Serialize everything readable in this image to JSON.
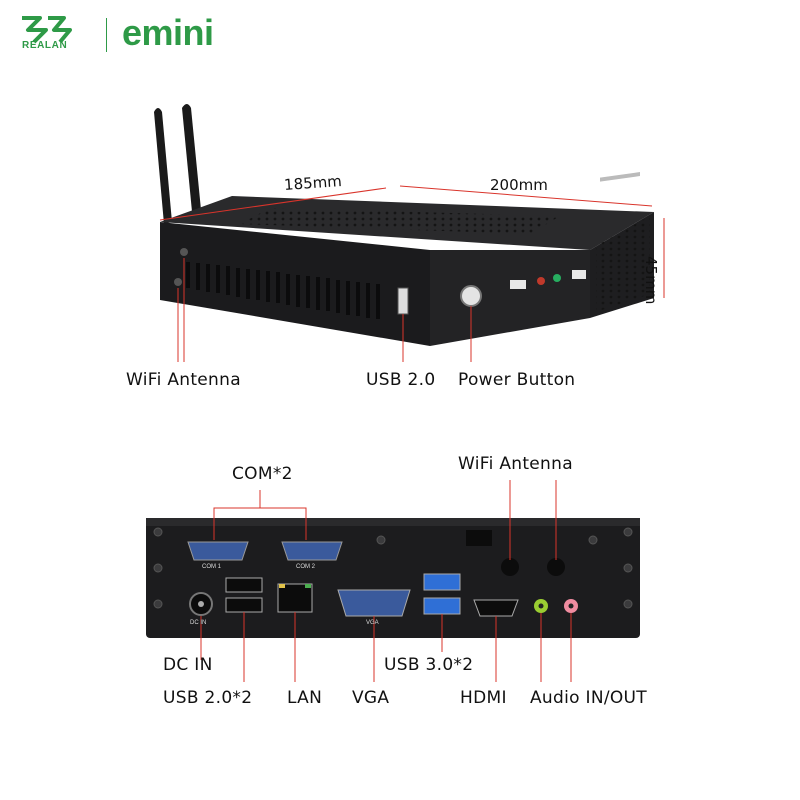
{
  "brand": {
    "company": "REALAN",
    "product": "emini"
  },
  "top_view": {
    "dimensions": {
      "width": "185mm",
      "depth": "200mm",
      "height": "45mm"
    },
    "labels": {
      "wifi_antenna": "WiFi Antenna",
      "usb": "USB 2.0",
      "power": "Power Button"
    }
  },
  "rear_view": {
    "callouts": {
      "com": "COM*2",
      "wifi_antenna": "WiFi Antenna",
      "dc_in": "DC IN",
      "usb2": "USB 2.0*2",
      "lan": "LAN",
      "vga": "VGA",
      "usb3": "USB 3.0*2",
      "hdmi": "HDMI",
      "audio": "Audio IN/OUT"
    },
    "panel_marks": {
      "com1": "COM 1",
      "com2": "COM 2",
      "dcin": "DC IN",
      "vga": "VGA"
    }
  },
  "colors": {
    "brand_green": "#2e9a47",
    "case": "#1c1c1e",
    "leader_red": "#d9342b",
    "usb3_blue": "#2f6fd6",
    "com_blue": "#3a5a9c",
    "audio_green": "#9acd32",
    "audio_pink": "#f08ca0"
  }
}
